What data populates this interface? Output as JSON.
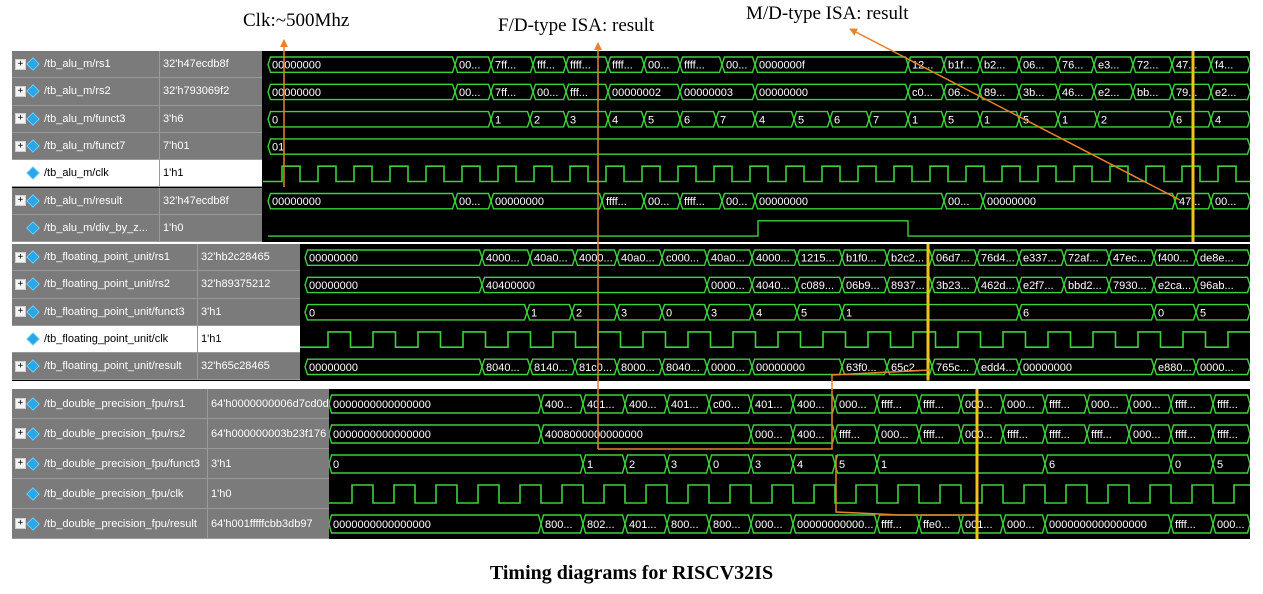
{
  "caption": "Timing diagrams for RISCV32IS",
  "annotations": {
    "clk": "Clk:~500Mhz",
    "fd": "F/D-type ISA: result",
    "md": "M/D-type ISA: result"
  },
  "colors": {
    "wave": "#3cd23c",
    "cursor": "#f0c21c",
    "arrow": "#e8822c"
  },
  "groups": [
    {
      "name": "alu",
      "signals": [
        {
          "name": "/tb_alu_m/rs1",
          "value": "32'h47ecdb8f",
          "kind": "bus",
          "expandable": true,
          "segs": [
            [
              268,
              "00000000"
            ],
            [
              455,
              "00..."
            ],
            [
              491,
              "7ff..."
            ],
            [
              533,
              "fff..."
            ],
            [
              566,
              "ffff..."
            ],
            [
              608,
              "ffff..."
            ],
            [
              644,
              "00..."
            ],
            [
              680,
              "ffff..."
            ],
            [
              722,
              "00..."
            ],
            [
              755,
              "0000000f"
            ],
            [
              908,
              "12..."
            ],
            [
              944,
              "b1f..."
            ],
            [
              980,
              "b2..."
            ],
            [
              1019,
              "06..."
            ],
            [
              1058,
              "76..."
            ],
            [
              1094,
              "e3..."
            ],
            [
              1133,
              "72..."
            ],
            [
              1172,
              "47..."
            ],
            [
              1211,
              "f4..."
            ]
          ]
        },
        {
          "name": "/tb_alu_m/rs2",
          "value": "32'h793069f2",
          "kind": "bus",
          "expandable": true,
          "segs": [
            [
              268,
              "00000000"
            ],
            [
              455,
              "00..."
            ],
            [
              491,
              "7ff..."
            ],
            [
              533,
              "00..."
            ],
            [
              566,
              "fff..."
            ],
            [
              608,
              "00000002"
            ],
            [
              680,
              "00000003"
            ],
            [
              755,
              "00000000"
            ],
            [
              908,
              "c0..."
            ],
            [
              944,
              "06..."
            ],
            [
              980,
              "89..."
            ],
            [
              1019,
              "3b..."
            ],
            [
              1058,
              "46..."
            ],
            [
              1094,
              "e2..."
            ],
            [
              1133,
              "bb..."
            ],
            [
              1172,
              "79..."
            ],
            [
              1211,
              "e2..."
            ]
          ]
        },
        {
          "name": "/tb_alu_m/funct3",
          "value": "3'h6",
          "kind": "bus",
          "expandable": true,
          "segs": [
            [
              268,
              "0"
            ],
            [
              491,
              "1"
            ],
            [
              530,
              "2"
            ],
            [
              566,
              "3"
            ],
            [
              608,
              "4"
            ],
            [
              644,
              "5"
            ],
            [
              680,
              "6"
            ],
            [
              716,
              "7"
            ],
            [
              755,
              "4"
            ],
            [
              794,
              "5"
            ],
            [
              830,
              "6"
            ],
            [
              869,
              "7"
            ],
            [
              908,
              "1"
            ],
            [
              944,
              "5"
            ],
            [
              980,
              "1"
            ],
            [
              1019,
              "5"
            ],
            [
              1058,
              "1"
            ],
            [
              1097,
              "2"
            ],
            [
              1172,
              "6"
            ],
            [
              1211,
              "4"
            ]
          ]
        },
        {
          "name": "/tb_alu_m/funct7",
          "value": "7'h01",
          "kind": "bus",
          "expandable": true,
          "segs": [
            [
              268,
              "01"
            ]
          ]
        },
        {
          "name": "/tb_alu_m/clk",
          "value": "1'h1",
          "kind": "clk",
          "expandable": false,
          "highlight": true,
          "period": 36,
          "start": 282
        },
        {
          "name": "/tb_alu_m/result",
          "value": "32'h47ecdb8f",
          "kind": "bus",
          "expandable": true,
          "segs": [
            [
              268,
              "00000000"
            ],
            [
              455,
              "00..."
            ],
            [
              491,
              "00000000"
            ],
            [
              602,
              "ffff..."
            ],
            [
              644,
              "00..."
            ],
            [
              680,
              "ffff..."
            ],
            [
              722,
              "00..."
            ],
            [
              755,
              "00000000"
            ],
            [
              944,
              "00..."
            ],
            [
              983,
              "00000000"
            ],
            [
              1175,
              "47..."
            ],
            [
              1211,
              "00..."
            ]
          ]
        },
        {
          "name": "/tb_alu_m/div_by_z...",
          "value": "1'h0",
          "kind": "bit",
          "expandable": false,
          "edges": [
            [
              268,
              0
            ],
            [
              758,
              1
            ],
            [
              908,
              0
            ]
          ]
        }
      ]
    },
    {
      "name": "fpu",
      "signals": [
        {
          "name": "/tb_floating_point_unit/rs1",
          "value": "32'hb2c28465",
          "kind": "bus",
          "expandable": true,
          "segs": [
            [
              305,
              "00000000"
            ],
            [
              482,
              "4000..."
            ],
            [
              530,
              "40a0..."
            ],
            [
              575,
              "4000..."
            ],
            [
              617,
              "40a0..."
            ],
            [
              662,
              "c000..."
            ],
            [
              707,
              "40a0..."
            ],
            [
              752,
              "4000..."
            ],
            [
              797,
              "1215..."
            ],
            [
              842,
              "b1f0..."
            ],
            [
              887,
              "b2c2..."
            ],
            [
              932,
              "06d7..."
            ],
            [
              977,
              "76d4..."
            ],
            [
              1019,
              "e337..."
            ],
            [
              1064,
              "72af..."
            ],
            [
              1109,
              "47ec..."
            ],
            [
              1154,
              "f400..."
            ],
            [
              1196,
              "de8e..."
            ]
          ]
        },
        {
          "name": "/tb_floating_point_unit/rs2",
          "value": "32'h89375212",
          "kind": "bus",
          "expandable": true,
          "segs": [
            [
              305,
              "00000000"
            ],
            [
              482,
              "40400000"
            ],
            [
              707,
              "0000..."
            ],
            [
              752,
              "4040..."
            ],
            [
              797,
              "c089..."
            ],
            [
              842,
              "06b9..."
            ],
            [
              887,
              "8937..."
            ],
            [
              932,
              "3b23..."
            ],
            [
              977,
              "462d..."
            ],
            [
              1019,
              "e2f7..."
            ],
            [
              1064,
              "bbd2..."
            ],
            [
              1109,
              "7930..."
            ],
            [
              1154,
              "e2ca..."
            ],
            [
              1196,
              "96ab..."
            ]
          ]
        },
        {
          "name": "/tb_floating_point_unit/funct3",
          "value": "3'h1",
          "kind": "bus",
          "expandable": true,
          "segs": [
            [
              305,
              "0"
            ],
            [
              527,
              "1"
            ],
            [
              572,
              "2"
            ],
            [
              617,
              "3"
            ],
            [
              662,
              "0"
            ],
            [
              707,
              "3"
            ],
            [
              752,
              "4"
            ],
            [
              797,
              "5"
            ],
            [
              842,
              "1"
            ],
            [
              1019,
              "6"
            ],
            [
              1154,
              "0"
            ],
            [
              1196,
              "5"
            ]
          ]
        },
        {
          "name": "/tb_floating_point_unit/clk",
          "value": "1'h1",
          "kind": "clk",
          "expandable": false,
          "highlight": true,
          "period": 45,
          "start": 328
        },
        {
          "name": "/tb_floating_point_unit/result",
          "value": "32'h65c28465",
          "kind": "bus",
          "expandable": true,
          "segs": [
            [
              305,
              "00000000"
            ],
            [
              482,
              "8040..."
            ],
            [
              530,
              "8140..."
            ],
            [
              575,
              "81c0..."
            ],
            [
              617,
              "8000..."
            ],
            [
              662,
              "8040..."
            ],
            [
              707,
              "0000..."
            ],
            [
              752,
              "00000000"
            ],
            [
              842,
              "63f0..."
            ],
            [
              887,
              "65c2..."
            ],
            [
              932,
              "765c..."
            ],
            [
              977,
              "edd4..."
            ],
            [
              1019,
              "00000000"
            ],
            [
              1154,
              "e880..."
            ],
            [
              1196,
              "0000..."
            ]
          ]
        }
      ]
    },
    {
      "name": "dfpu",
      "signals": [
        {
          "name": "/tb_double_precision_fpu/rs1",
          "value": "64'h0000000006d7cd0d",
          "kind": "bus",
          "expandable": true,
          "segs": [
            [
              329,
              "0000000000000000"
            ],
            [
              541,
              "400..."
            ],
            [
              583,
              "401..."
            ],
            [
              625,
              "400..."
            ],
            [
              667,
              "401..."
            ],
            [
              709,
              "c00..."
            ],
            [
              751,
              "401..."
            ],
            [
              793,
              "400..."
            ],
            [
              835,
              "000..."
            ],
            [
              877,
              "ffff..."
            ],
            [
              919,
              "ffff..."
            ],
            [
              961,
              "000..."
            ],
            [
              1003,
              "000..."
            ],
            [
              1045,
              "ffff..."
            ],
            [
              1087,
              "000..."
            ],
            [
              1129,
              "000..."
            ],
            [
              1171,
              "ffff..."
            ],
            [
              1213,
              "ffff..."
            ]
          ]
        },
        {
          "name": "/tb_double_precision_fpu/rs2",
          "value": "64'h000000003b23f176",
          "kind": "bus",
          "expandable": true,
          "segs": [
            [
              329,
              "0000000000000000"
            ],
            [
              541,
              "4008000000000000"
            ],
            [
              751,
              "000..."
            ],
            [
              793,
              "400..."
            ],
            [
              835,
              "ffff..."
            ],
            [
              877,
              "000..."
            ],
            [
              919,
              "ffff..."
            ],
            [
              961,
              "000..."
            ],
            [
              1003,
              "ffff..."
            ],
            [
              1045,
              "ffff..."
            ],
            [
              1087,
              "ffff..."
            ],
            [
              1129,
              "000..."
            ],
            [
              1171,
              "ffff..."
            ],
            [
              1213,
              "ffff..."
            ]
          ]
        },
        {
          "name": "/tb_double_precision_fpu/funct3",
          "value": "3'h1",
          "kind": "bus",
          "expandable": true,
          "segs": [
            [
              329,
              "0"
            ],
            [
              583,
              "1"
            ],
            [
              625,
              "2"
            ],
            [
              667,
              "3"
            ],
            [
              709,
              "0"
            ],
            [
              751,
              "3"
            ],
            [
              793,
              "4"
            ],
            [
              835,
              "5"
            ],
            [
              877,
              "1"
            ],
            [
              1045,
              "6"
            ],
            [
              1171,
              "0"
            ],
            [
              1213,
              "5"
            ]
          ]
        },
        {
          "name": "/tb_double_precision_fpu/clk",
          "value": "1'h0",
          "kind": "clk",
          "expandable": false,
          "period": 42,
          "start": 352
        },
        {
          "name": "/tb_double_precision_fpu/result",
          "value": "64'h001fffffcbb3db97",
          "kind": "bus",
          "expandable": true,
          "segs": [
            [
              329,
              "0000000000000000"
            ],
            [
              541,
              "800..."
            ],
            [
              583,
              "802..."
            ],
            [
              625,
              "401..."
            ],
            [
              667,
              "800..."
            ],
            [
              709,
              "800..."
            ],
            [
              751,
              "000..."
            ],
            [
              793,
              "00000000000..."
            ],
            [
              877,
              "ffff..."
            ],
            [
              919,
              "ffe0..."
            ],
            [
              961,
              "001..."
            ],
            [
              1003,
              "000..."
            ],
            [
              1045,
              "0000000000000000"
            ],
            [
              1171,
              "ffff..."
            ],
            [
              1213,
              "000..."
            ]
          ]
        }
      ]
    }
  ]
}
